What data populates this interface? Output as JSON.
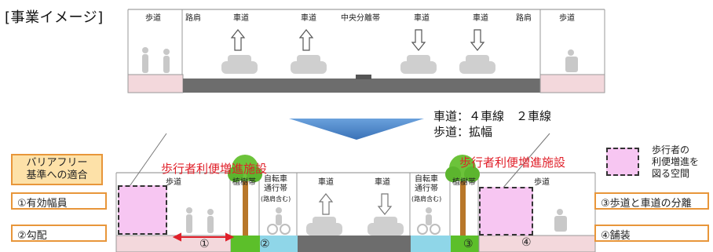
{
  "title": "[事業イメージ]",
  "top_section": {
    "labels": [
      "歩道",
      "路肩",
      "車道",
      "車道",
      "中央分離帯",
      "車道",
      "車道",
      "路肩",
      "歩道"
    ]
  },
  "arrow_note": {
    "line1": "車道：４車線　２車線",
    "line2": "歩道：拡幅"
  },
  "bottom_section": {
    "labels": {
      "sidewalk_left": "歩道",
      "tree_left": "植樹帯",
      "bike_left": "自転車\n通行帯",
      "bike_left_note": "(路肩含む)",
      "road_left": "車道",
      "road_right": "車道",
      "bike_right": "自転車\n通行帯",
      "bike_right_note": "(路肩含む)",
      "tree_right": "植樹帯",
      "sidewalk_right": "歩道"
    },
    "facility_left": "歩行者利便増進施設",
    "facility_right": "歩行者利便増進施設",
    "markers": [
      "①",
      "②",
      "③",
      "④"
    ]
  },
  "left_boxes": {
    "barrier": "バリアフリー\n基準への適合",
    "item1": "①有効幅員",
    "item2": "②勾配"
  },
  "right_boxes": {
    "item3": "③歩道と車道の分離",
    "item4": "④舗装"
  },
  "legend": {
    "text": "歩行者の\n利便増進を\n図る空間"
  },
  "colors": {
    "orange": "#e8963a",
    "pink": "#f7c6f2",
    "red": "#e0202a",
    "road": "#6d6d6d",
    "arrow_blue": "#4a86c8",
    "tree_green": "#5cbf2a",
    "bike_lane": "#8fd6e8"
  }
}
